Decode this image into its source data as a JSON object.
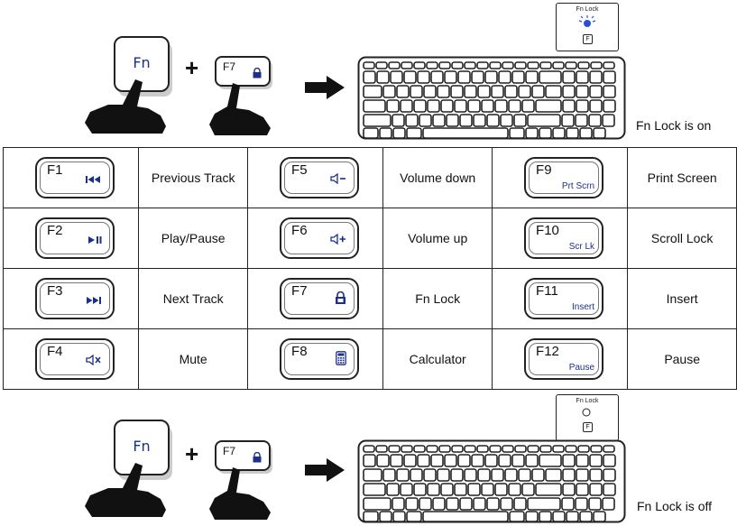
{
  "top_combo": {
    "fn_label": "Fn",
    "plus": "+",
    "f7_label": "F7",
    "indicator_label": "Fn Lock",
    "indicator_key": "F",
    "state_text": "Fn Lock is on",
    "led": "on"
  },
  "bottom_combo": {
    "fn_label": "Fn",
    "plus": "+",
    "f7_label": "F7",
    "indicator_label": "Fn Lock",
    "indicator_key": "F",
    "state_text": "Fn Lock is off",
    "led": "off"
  },
  "colors": {
    "key_text_blue": "#1c2f8a",
    "led_on": "#2a53c9",
    "outline": "#222222"
  },
  "table": {
    "rows": [
      [
        {
          "key": "F1",
          "icon": "previous-track-icon",
          "desc": "Previous Track"
        },
        {
          "key": "F5",
          "icon": "volume-down-icon",
          "desc": "Volume down"
        },
        {
          "key": "F9",
          "sub": "Prt Scrn",
          "desc": "Print Screen"
        }
      ],
      [
        {
          "key": "F2",
          "icon": "play-pause-icon",
          "desc": "Play/Pause"
        },
        {
          "key": "F6",
          "icon": "volume-up-icon",
          "desc": "Volume up"
        },
        {
          "key": "F10",
          "sub": "Scr Lk",
          "desc": "Scroll Lock"
        }
      ],
      [
        {
          "key": "F3",
          "icon": "next-track-icon",
          "desc": "Next Track"
        },
        {
          "key": "F7",
          "icon": "fn-lock-icon",
          "desc": "Fn Lock"
        },
        {
          "key": "F11",
          "sub": "Insert",
          "desc": "Insert"
        }
      ],
      [
        {
          "key": "F4",
          "icon": "mute-icon",
          "desc": "Mute"
        },
        {
          "key": "F8",
          "icon": "calculator-icon",
          "desc": "Calculator"
        },
        {
          "key": "F12",
          "sub": "Pause",
          "desc": "Pause"
        }
      ]
    ]
  }
}
